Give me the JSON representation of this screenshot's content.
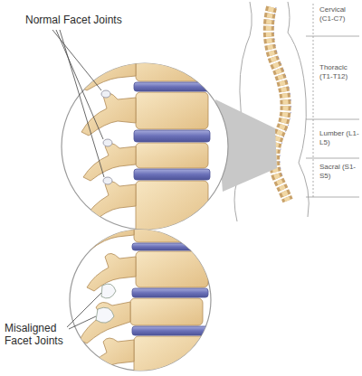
{
  "diagram": {
    "labels": [
      "Normal Facet Joints",
      "Cervical (C1-C7)",
      "Thoracic (T1-T12)",
      "Lumber (L1-L5)",
      "Sacral (S1-S5)",
      "Misaligned Facet Joints"
    ]
  }
}
